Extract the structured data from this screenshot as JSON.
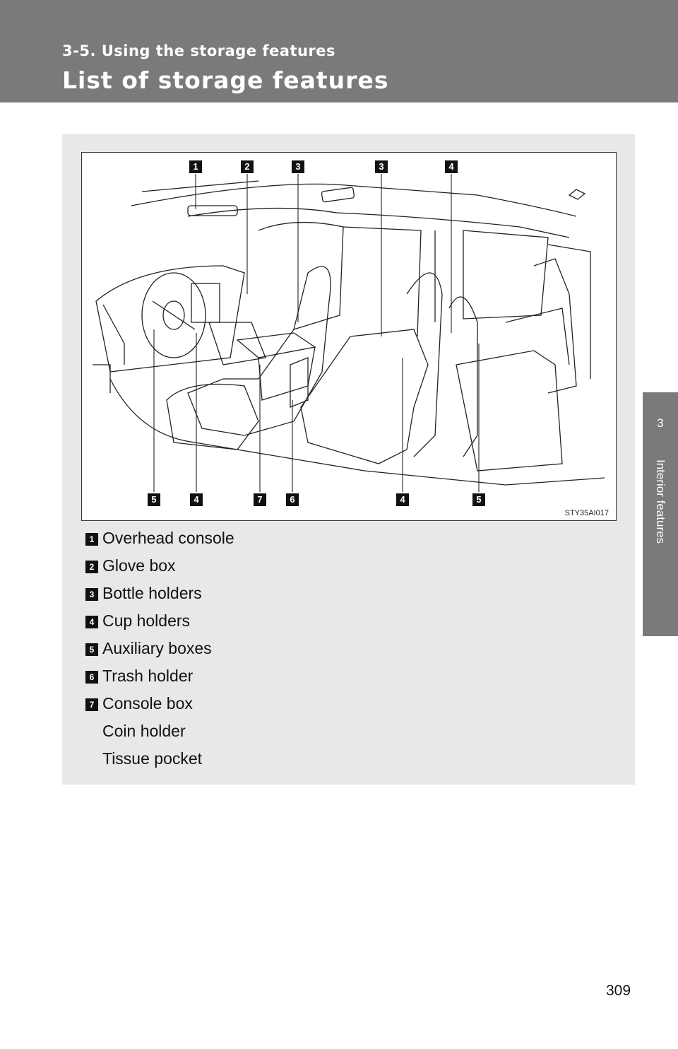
{
  "header": {
    "section_label": "3-5. Using the storage features",
    "page_title": "List of storage features"
  },
  "side_tab": {
    "chapter_number": "3",
    "chapter_label": "Interior features"
  },
  "figure": {
    "figure_id": "STY35AI017",
    "top_callouts": [
      "1",
      "2",
      "3",
      "3",
      "4"
    ],
    "bottom_callouts": [
      "5",
      "4",
      "7",
      "6",
      "4",
      "5"
    ]
  },
  "legend": [
    {
      "number": "1",
      "label": "Overhead console"
    },
    {
      "number": "2",
      "label": "Glove box"
    },
    {
      "number": "3",
      "label": "Bottle holders"
    },
    {
      "number": "4",
      "label": "Cup holders"
    },
    {
      "number": "5",
      "label": "Auxiliary boxes"
    },
    {
      "number": "6",
      "label": "Trash holder"
    },
    {
      "number": "7",
      "label": "Console box"
    },
    {
      "number": "",
      "label": "Coin holder"
    },
    {
      "number": "",
      "label": "Tissue pocket"
    }
  ],
  "page_number": "309"
}
